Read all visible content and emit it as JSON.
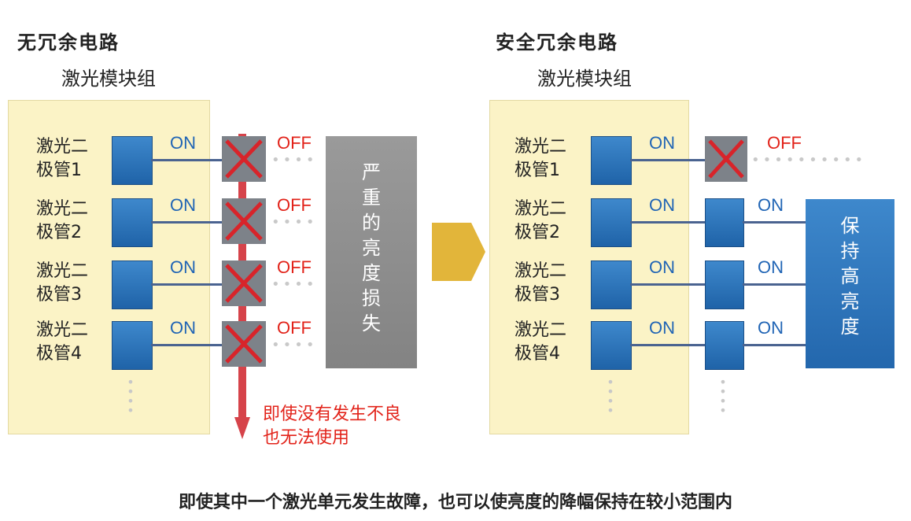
{
  "left": {
    "title": "无冗余电路",
    "module_label": "激光模块组",
    "diodes": [
      {
        "label": "激光二\n极管1",
        "state": "ON",
        "out": "OFF"
      },
      {
        "label": "激光二\n极管2",
        "state": "ON",
        "out": "OFF"
      },
      {
        "label": "激光二\n极管3",
        "state": "ON",
        "out": "OFF"
      },
      {
        "label": "激光二\n极管4",
        "state": "ON",
        "out": "OFF"
      }
    ],
    "result_box": "严重的亮度损失",
    "red_note_line1": "即使没有发生不良",
    "red_note_line2": "也无法使用"
  },
  "right": {
    "title": "安全冗余电路",
    "module_label": "激光模块组",
    "diodes": [
      {
        "label": "激光二\n极管1",
        "state": "ON",
        "out": "OFF"
      },
      {
        "label": "激光二\n极管2",
        "state": "ON",
        "out": "ON"
      },
      {
        "label": "激光二\n极管3",
        "state": "ON",
        "out": "ON"
      },
      {
        "label": "激光二\n极管4",
        "state": "ON",
        "out": "ON"
      }
    ],
    "result_box": "保持高亮度"
  },
  "caption": "即使其中一个激光单元发生故障，也可以使亮度的降幅保持在较小范围内",
  "colors": {
    "panel": "#fbf3c6",
    "blue": "#2a72b9",
    "red": "#e2231a",
    "gray": "#8c8c8c",
    "arrow": "#e2b53a"
  }
}
